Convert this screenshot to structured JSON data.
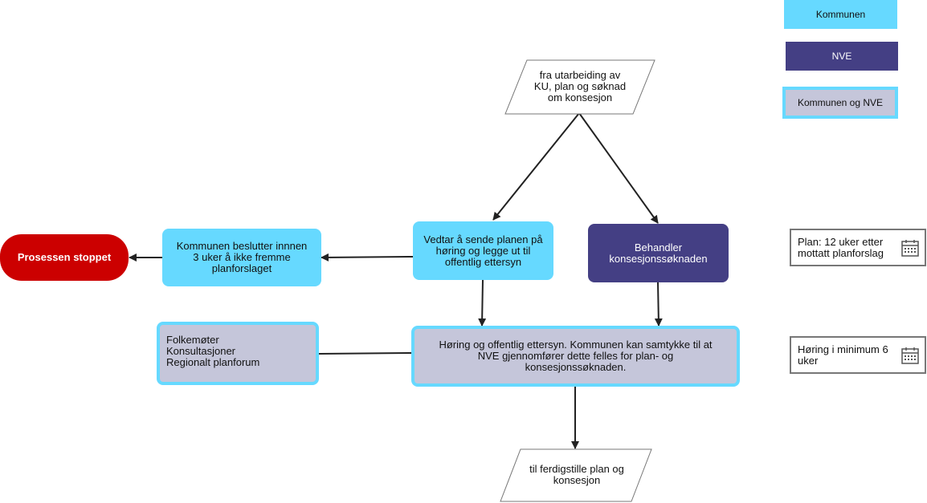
{
  "legend": {
    "kommunen": "Kommunen",
    "nve": "NVE",
    "kommunen_og_nve": "Kommunen og NVE"
  },
  "nodes": {
    "start": "fra utarbeiding av\nKU, plan og søknad\nom konsesjon",
    "vedtar": "Vedtar å sende planen på\nhøring og legge ut til\noffentlig ettersyn",
    "behandler": "Behandler\nkonsesjonssøknaden",
    "beslutter": "Kommunen beslutter innnen\n3 uker å ikke fremme\nplanforslaget",
    "stoppet": "Prosessen stoppet",
    "horing": "Høring og offentlig ettersyn. Kommunen kan samtykke til at\nNVE gjennomfører dette felles for plan- og\nkonsesjonssøknaden.",
    "folkemoter": "Folkemøter\nKonsultasjoner\nRegionalt planforum",
    "end": "til ferdigstille plan og\nkonsesjon"
  },
  "notes": {
    "plan": "Plan: 12 uker etter\nmottatt planforslag",
    "horing": "Høring i minimum 6\n uker"
  },
  "icons": {
    "calendar": "calendar-icon"
  },
  "colors": {
    "kommunen": "#66d9ff",
    "nve": "#443f84",
    "kommunen_og_nve_fill": "#c5c6da",
    "stopp": "#cc0000"
  }
}
